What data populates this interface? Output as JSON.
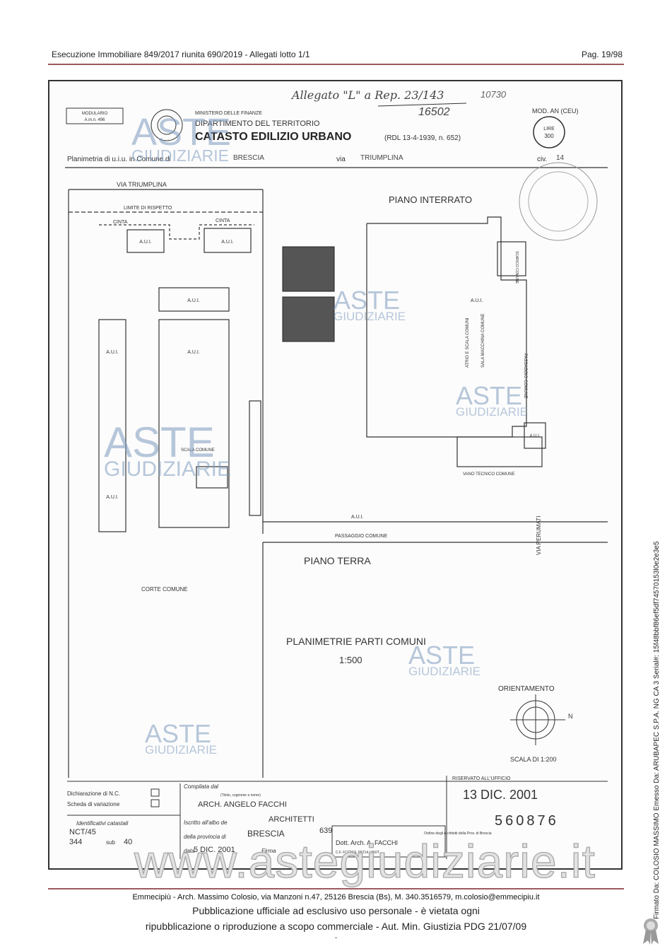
{
  "header": {
    "title": "Esecuzione Immobiliare 849/2017 riunita 690/2019 - Allegati lotto 1/1",
    "page": "Pag. 19/98"
  },
  "form": {
    "modulario": "MODULARIO",
    "modulario_code": "A.m.n. 496",
    "ministry": "MINISTERO DELLE FINANZE",
    "department": "DIPARTIMENTO DEL TERRITORIO",
    "catasto": "CATASTO EDILIZIO URBANO",
    "law": "(RDL 13-4-1939, n. 652)",
    "mod": "MOD. AN (CEU)",
    "stamp_lire": "LIRE",
    "stamp_value": "300",
    "handwritten_top": "Allegato \"L\" a Rep. 23/143",
    "handwritten_num": "16502",
    "handwritten_code": "10730",
    "planimetria_label": "Planimetria di u.i.u. in Comune di",
    "comune": "BRESCIA",
    "via_label": "via",
    "via": "TRIUMPLINA",
    "civ_label": "civ.",
    "civ": "14"
  },
  "plan": {
    "via_triumplina": "VIA TRIUMPLINA",
    "limite": "LIMITE DI RISPETTO",
    "cinta": "CINTA",
    "aui": "A.U.I.",
    "piano_interrato": "PIANO INTERRATO",
    "atrio": "ATRIO E SCALA COMUNI",
    "sala": "SALA MACCHINA COMUNE",
    "scarico": "SCARICO COMUNE",
    "passaggio": "PASSAGGIO COMUNE",
    "vano": "VANO TECNICO COMUNE",
    "scala_comune": "SCALA COMUNE",
    "via_perumati": "VIA PERUMATI",
    "piano_terra": "PIANO TERRA",
    "corte": "CORTE COMUNE",
    "planimetrie": "PLANIMETRIE PARTI COMUNI",
    "scale_text": "1:500",
    "orientamento": "ORIENTAMENTO",
    "north": "N",
    "scala": "SCALA DI 1:200"
  },
  "bottom": {
    "dichiarazione": "Dichiarazione di N.C.",
    "scheda": "Scheda di variazione",
    "identificativi": "Identificativi catastali",
    "id1": "NCT/45",
    "id2": "344",
    "sub_label": "sub",
    "sub": "40",
    "compilata": "Compilata dal",
    "titolo": "(Titolo, cognome e nome)",
    "name": "ARCH. ANGELO FACCHI",
    "iscritto": "Iscritto all'albo de",
    "albo": "ARCHITETTI",
    "provincia_label": "della provincia di",
    "provincia": "BRESCIA",
    "n": "639",
    "data_label": "data",
    "data": "5 DIC. 2001",
    "firma": "Firma",
    "stamp_name": "Dott. Arch. A. FACCHI",
    "stamp_cf": "C.F. FCCNGL 55T14 L550T",
    "stamp_ordine": "Ordine degli Architetti della Prov. di Brescia",
    "riservato": "RISERVATO ALL'UFFICIO",
    "riservato_date": "13 DIC. 2001",
    "riservato_num": "560876"
  },
  "watermarks": {
    "aste": "ASTE",
    "giudiziarie": "GIUDIZIARIE",
    "url": "www.astegiudiziarie.it"
  },
  "footer": {
    "line1": "Emmecipiù - Arch. Massimo Colosio, via Manzoni n.47, 25126 Brescia (Bs), M. 340.3516579, m.colosio@emmecipiu.it",
    "line2": "Pubblicazione ufficiale ad esclusivo uso personale - è vietata ogni",
    "line3": "ripubblicazione o riproduzione a scopo commerciale - Aut. Min. Giustizia PDG 21/07/09",
    "dash": "-"
  },
  "side": {
    "signature": "Firmato Da: COLOSIO MASSIMO Emesso Da: ARUBAPEC S.P.A. NG CA 3 Serial#: 15f48bbf86ef5df74570153l0e2e3e5"
  }
}
